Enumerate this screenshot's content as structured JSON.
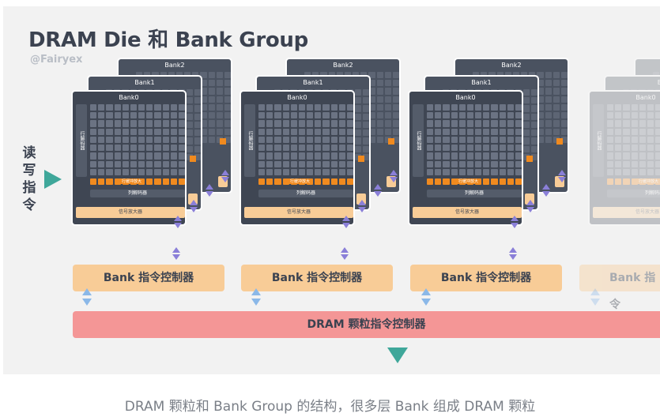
{
  "title": "DRAM Die 和 Bank Group",
  "subtitle": "@Fairyex",
  "side_label": "读写指令",
  "bank_labels": [
    "Bank0",
    "Bank1",
    "Bank2"
  ],
  "bank_label_clipped": "Ba",
  "row_decoder": "行解码器",
  "col_decoder": "列解码器",
  "sense_amp": "行缓冲放大",
  "signal_amp": "信号放大器",
  "bank_ctrl_label": "Bank 指令控制器",
  "bank_ctrl_clipped": "Bank 指令",
  "chip_ctrl_label": "DRAM 颗粒指令控制器",
  "caption": "DRAM 颗粒和 Bank Group 的结构，很多层 Bank 组成 DRAM 颗粒",
  "colors": {
    "bank": "#3f4653",
    "orange": "#f08a1f",
    "cream": "#f8cc97",
    "chip_ctrl": "#f49696",
    "arrow_teal": "#3fa79a",
    "arrow_blue": "#8bb8e8",
    "arrow_purple": "#a98fe0"
  }
}
